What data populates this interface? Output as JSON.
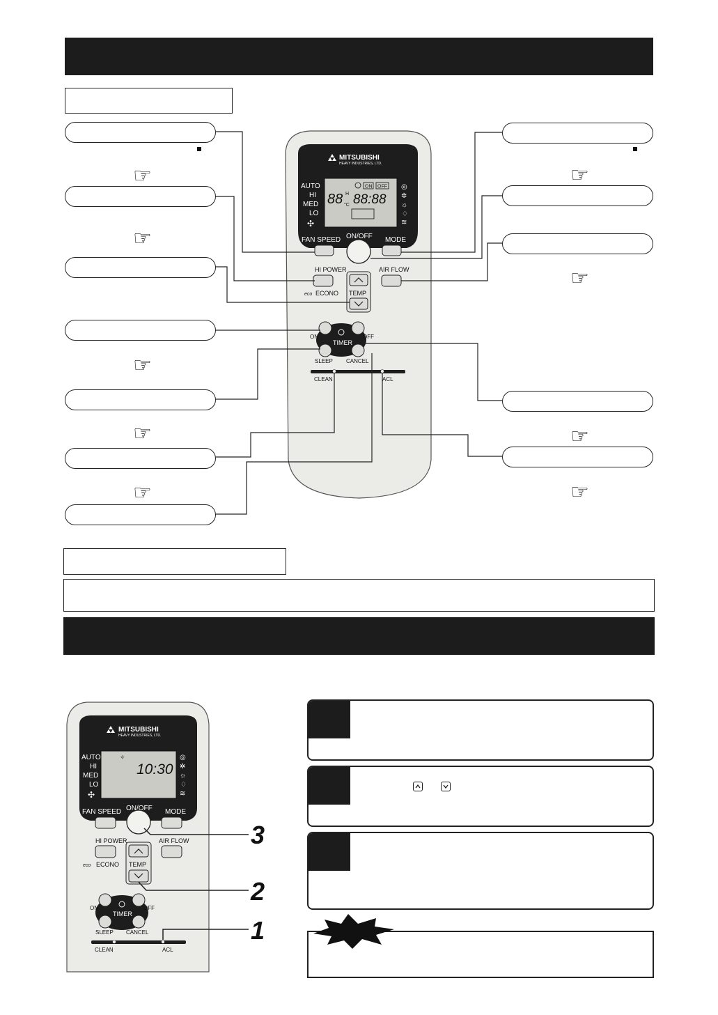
{
  "remote_top": {
    "brand": "MITSUBISHI",
    "brand_sub": "HEAVY INDUSTRIES, LTD.",
    "lcd": {
      "fan_labels": [
        "AUTO",
        "HI",
        "MED",
        "LO"
      ],
      "temp": "88",
      "clock": "88:88",
      "on_tag": "ON",
      "off_tag": "OFF",
      "unit": "°C",
      "hi_sup": "H"
    },
    "buttons": {
      "fan_speed": "FAN SPEED",
      "on_off": "ON/OFF",
      "mode": "MODE",
      "hi_power": "HI POWER",
      "econo": "ECONO",
      "eco_mark": "eco",
      "air_flow": "AIR FLOW",
      "temp": "TEMP",
      "timer": "TIMER",
      "timer_on": "ON",
      "timer_off": "OFF",
      "sleep": "SLEEP",
      "cancel": "CANCEL",
      "clean": "CLEAN",
      "acl": "ACL"
    }
  },
  "remote_bottom": {
    "brand": "MITSUBISHI",
    "brand_sub": "HEAVY INDUSTRIES, LTD.",
    "lcd": {
      "fan_labels": [
        "AUTO",
        "HI",
        "MED",
        "LO"
      ],
      "time": "10:30"
    },
    "buttons": {
      "fan_speed": "FAN SPEED",
      "on_off": "ON/OFF",
      "mode": "MODE",
      "hi_power": "HI POWER",
      "econo": "ECONO",
      "eco_mark": "eco",
      "air_flow": "AIR FLOW",
      "temp": "TEMP",
      "timer": "TIMER",
      "timer_on": "ON",
      "timer_off": "OFF",
      "sleep": "SLEEP",
      "cancel": "CANCEL",
      "clean": "CLEAN",
      "acl": "ACL"
    },
    "callouts": [
      "3",
      "2",
      "1"
    ]
  },
  "colors": {
    "banner": "#1c1c1c",
    "remote_body": "#ebebe8",
    "remote_panel": "#1d1d1d",
    "lcd": "#c9cbc4",
    "button": "#dcdcd8"
  },
  "icons": [
    "pointing-hand-icon",
    "mitsubishi-logo-icon",
    "clock-icon",
    "up-arrow-icon",
    "down-arrow-icon"
  ]
}
